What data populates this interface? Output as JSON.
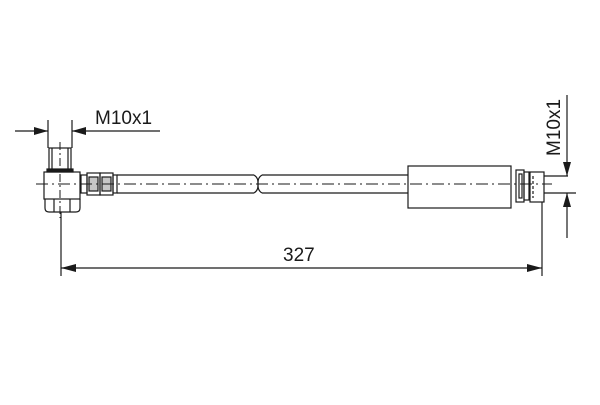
{
  "drawing": {
    "type": "brake-hose-technical-drawing",
    "line_color": "#1a1a1a",
    "background": "#ffffff"
  },
  "dimensions": {
    "left_thread": {
      "label": "M10x1"
    },
    "right_thread": {
      "label": "M10x1"
    },
    "overall_length": {
      "label": "327"
    }
  },
  "components": {
    "left_fitting": "banjo-style 90° fitting with hex nut",
    "left_crimp": "crimp ferrule",
    "hose": "flexible hose (shortened, break symbol)",
    "sleeve": "protective sleeve",
    "right_fitting": "straight fitting with hex nut"
  }
}
